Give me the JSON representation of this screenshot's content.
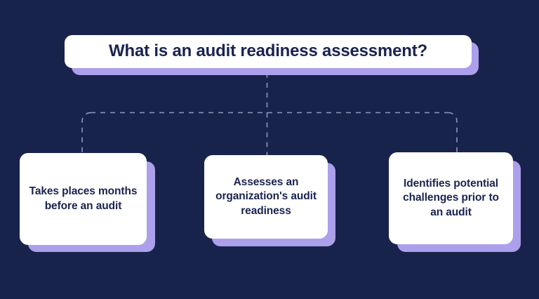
{
  "theme": {
    "background_color": "#17234B",
    "card_color": "#FFFFFF",
    "card_shadow_color": "#AC9FEB",
    "text_color": "#1A2350",
    "connector_color": "#8F98B5"
  },
  "diagram": {
    "type": "tree",
    "title_card": {
      "label": "What is an audit readiness assessment?"
    },
    "children": [
      {
        "label": "Takes places months before an audit"
      },
      {
        "label": "Assesses an organization's audit readiness"
      },
      {
        "label": "Identifies potential challenges prior to an audit"
      }
    ]
  }
}
